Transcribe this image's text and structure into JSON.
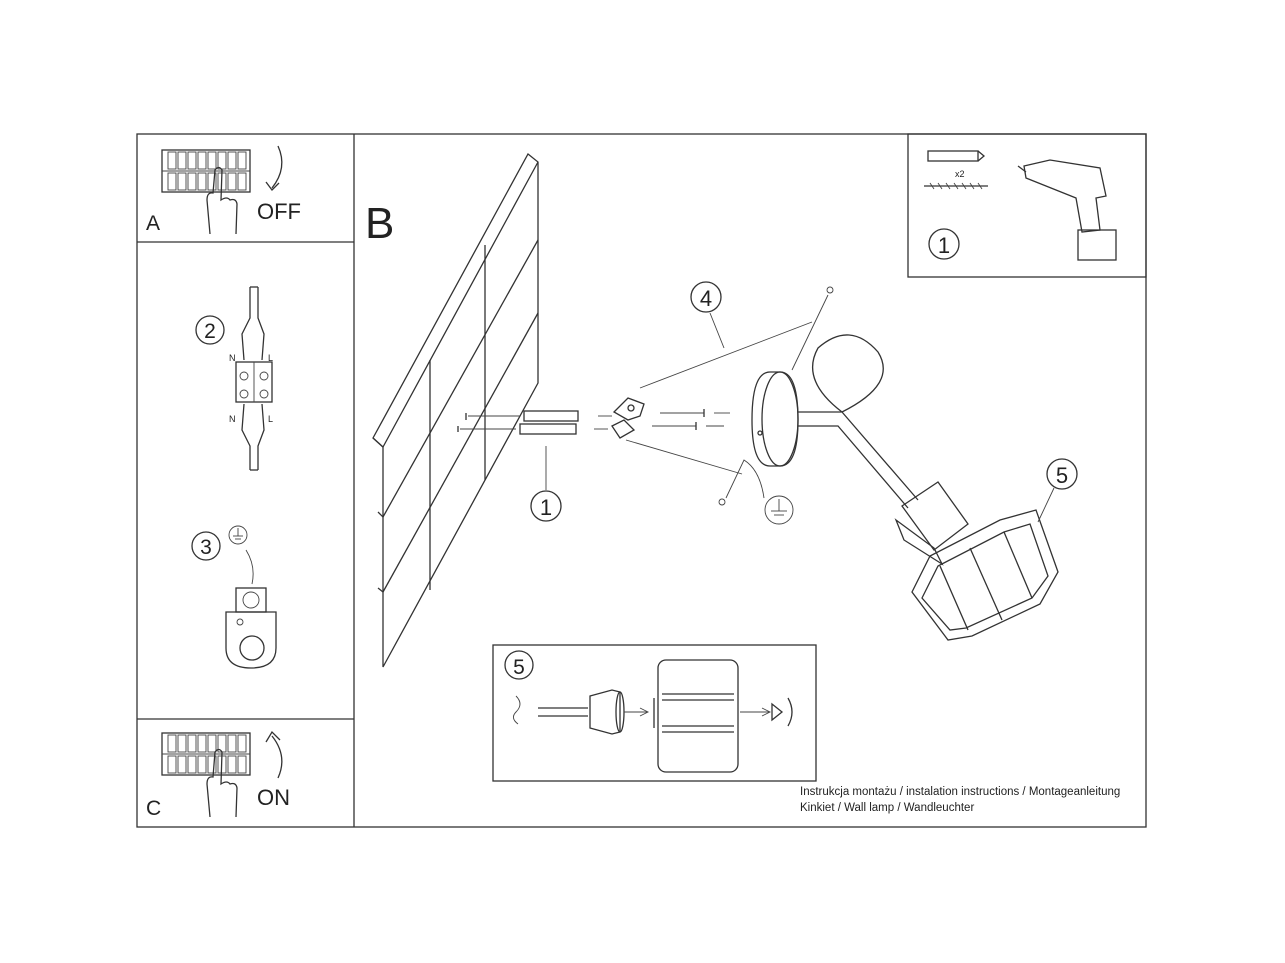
{
  "panels": {
    "a": {
      "letter": "A",
      "action": "OFF"
    },
    "b": {
      "letter": "B"
    },
    "c": {
      "letter": "C",
      "action": "ON"
    }
  },
  "steps": {
    "one": "1",
    "two": "2",
    "three": "3",
    "four": "4",
    "five": "5"
  },
  "kit": {
    "quantity": "x2"
  },
  "terminal": {
    "n": "N",
    "l": "L"
  },
  "footer": {
    "line1": "Instrukcja montażu / instalation instructions / Montageanleitung",
    "line2": "Kinkiet / Wall lamp / Wandleuchter"
  },
  "icons": [
    "breaker-panel-icon",
    "hand-icon",
    "rotate-arrow-icon",
    "drill-icon",
    "wall-plug-icon",
    "screw-icon",
    "ground-symbol-icon",
    "terminal-block-icon",
    "ground-clamp-icon",
    "lamp-cage-icon",
    "lamp-socket-icon",
    "mounting-bracket-icon",
    "canopy-icon"
  ]
}
